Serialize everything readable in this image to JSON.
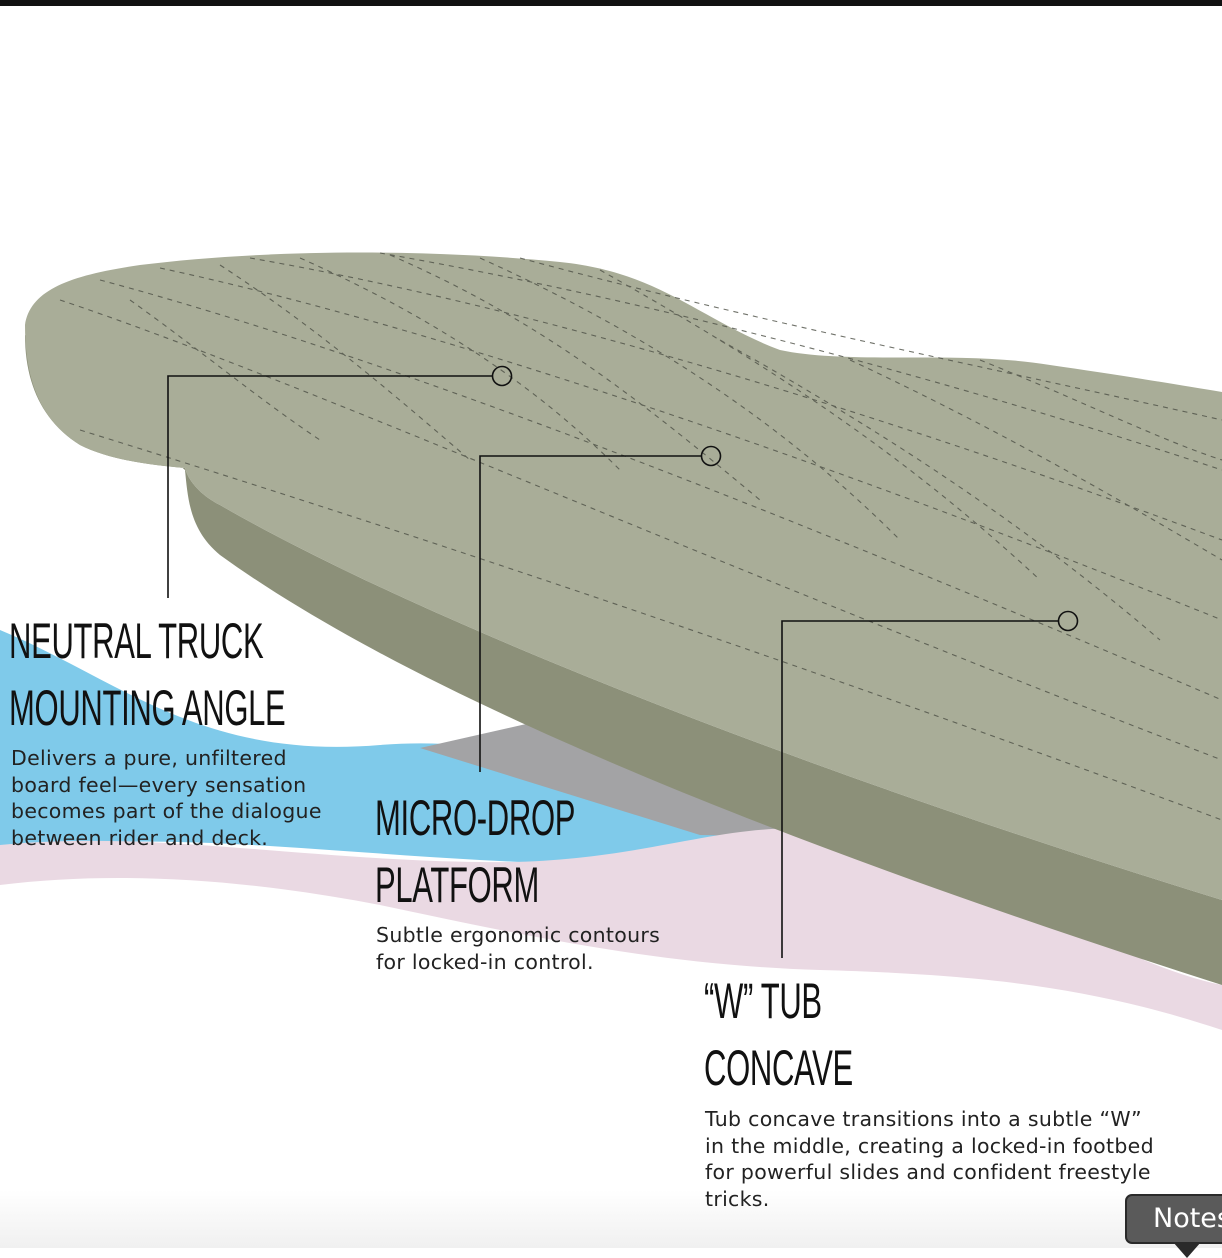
{
  "features": [
    {
      "title_lines": [
        "NEUTRAL TRUCK",
        "MOUNTING ANGLE"
      ],
      "description": [
        "Delivers a pure, unfiltered",
        "board feel—every sensation",
        "becomes part of the dialogue",
        "between rider and deck."
      ]
    },
    {
      "title_lines": [
        "MICRO-DROP",
        "PLATFORM"
      ],
      "description": [
        "Subtle ergonomic contours",
        "for locked-in control."
      ]
    },
    {
      "title_lines": [
        "“W” TUB",
        "CONCAVE"
      ],
      "description": [
        "Tub concave transitions into a subtle “W”",
        "in the middle, creating a locked-in footbed",
        "for powerful slides and confident freestyle",
        "tricks."
      ]
    }
  ],
  "tooltip": {
    "label": "Notes"
  },
  "colors": {
    "deck": "#a9ad98",
    "deck_edge": "#8c9079",
    "wave_blue": "#7fcaea",
    "wave_pink": "#ead9e3",
    "shadow": "#a3a3a5"
  }
}
